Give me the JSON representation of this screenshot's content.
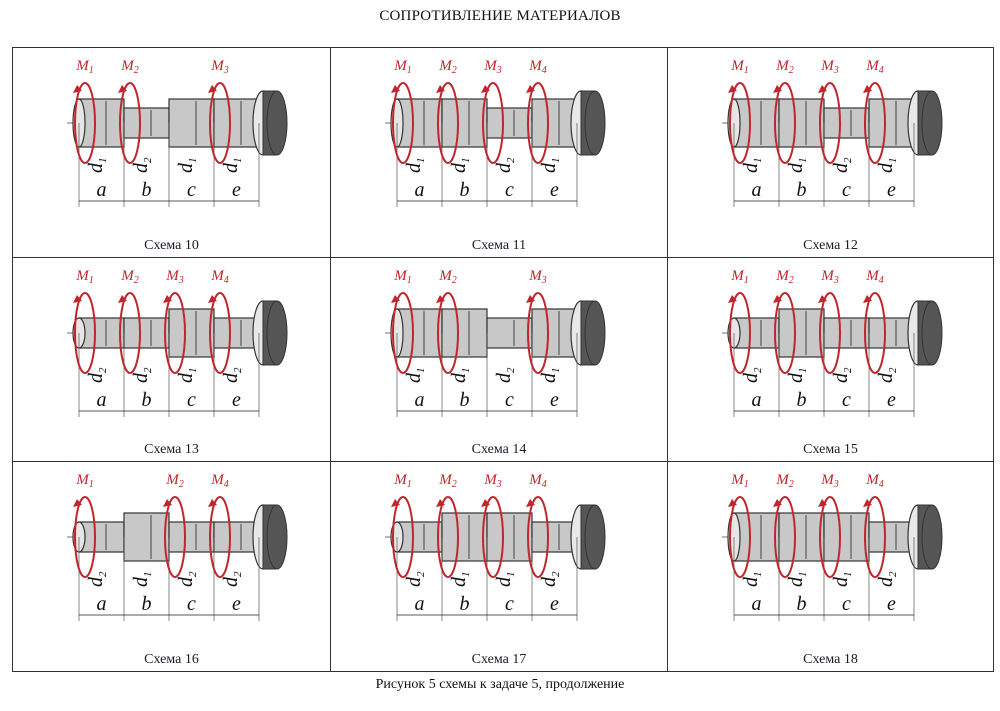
{
  "page": {
    "title": "СОПРОТИВЛЕНИЕ МАТЕРИАЛОВ",
    "figure_caption": "Рисунок 5 схемы к задаче 5, продолжение"
  },
  "colors": {
    "moment": "#c0262d",
    "shaft_fill": "#c8c8c8",
    "outline": "#333333",
    "disk": "#555555"
  },
  "schemes": [
    {
      "caption": "Схема 10",
      "moments": [
        "M1",
        "M2",
        "M3"
      ],
      "moment_positions": [
        0,
        1,
        3
      ],
      "segments": [
        {
          "d": "d1"
        },
        {
          "d": "d2"
        },
        {
          "d": "d1"
        },
        {
          "d": "d1"
        }
      ],
      "dim_labels": [
        "a",
        "b",
        "c",
        "e"
      ]
    },
    {
      "caption": "Схема 11",
      "moments": [
        "M1",
        "M2",
        "M3",
        "M4"
      ],
      "moment_positions": [
        0,
        1,
        2,
        3
      ],
      "segments": [
        {
          "d": "d1"
        },
        {
          "d": "d1"
        },
        {
          "d": "d2"
        },
        {
          "d": "d1"
        }
      ],
      "dim_labels": [
        "a",
        "b",
        "c",
        "e"
      ]
    },
    {
      "caption": "Схема 12",
      "moments": [
        "M1",
        "M2",
        "M3",
        "M4"
      ],
      "moment_positions": [
        0,
        1,
        2,
        3
      ],
      "segments": [
        {
          "d": "d1"
        },
        {
          "d": "d1"
        },
        {
          "d": "d2"
        },
        {
          "d": "d1"
        }
      ],
      "dim_labels": [
        "a",
        "b",
        "c",
        "e"
      ]
    },
    {
      "caption": "Схема 13",
      "moments": [
        "M1",
        "M2",
        "M3",
        "M4"
      ],
      "moment_positions": [
        0,
        1,
        2,
        3
      ],
      "segments": [
        {
          "d": "d2"
        },
        {
          "d": "d2"
        },
        {
          "d": "d1"
        },
        {
          "d": "d2"
        }
      ],
      "dim_labels": [
        "a",
        "b",
        "c",
        "e"
      ]
    },
    {
      "caption": "Схема 14",
      "moments": [
        "M1",
        "M2",
        "M3"
      ],
      "moment_positions": [
        0,
        1,
        3
      ],
      "segments": [
        {
          "d": "d1"
        },
        {
          "d": "d1"
        },
        {
          "d": "d2"
        },
        {
          "d": "d1"
        }
      ],
      "dim_labels": [
        "a",
        "b",
        "c",
        "e"
      ]
    },
    {
      "caption": "Схема 15",
      "moments": [
        "M1",
        "M2",
        "M3",
        "M4"
      ],
      "moment_positions": [
        0,
        1,
        2,
        3
      ],
      "segments": [
        {
          "d": "d2"
        },
        {
          "d": "d1"
        },
        {
          "d": "d2"
        },
        {
          "d": "d2"
        }
      ],
      "dim_labels": [
        "a",
        "b",
        "c",
        "e"
      ]
    },
    {
      "caption": "Схема 16",
      "moments": [
        "M1",
        "M2",
        "M4"
      ],
      "moment_positions": [
        0,
        2,
        3
      ],
      "segments": [
        {
          "d": "d2"
        },
        {
          "d": "d1"
        },
        {
          "d": "d2"
        },
        {
          "d": "d2"
        }
      ],
      "dim_labels": [
        "a",
        "b",
        "c",
        "e"
      ]
    },
    {
      "caption": "Схема 17",
      "moments": [
        "M1",
        "M2",
        "M3",
        "M4"
      ],
      "moment_positions": [
        0,
        1,
        2,
        3
      ],
      "segments": [
        {
          "d": "d2"
        },
        {
          "d": "d1"
        },
        {
          "d": "d1"
        },
        {
          "d": "d2"
        }
      ],
      "dim_labels": [
        "a",
        "b",
        "c",
        "e"
      ]
    },
    {
      "caption": "Схема 18",
      "moments": [
        "M1",
        "M2",
        "M3",
        "M4"
      ],
      "moment_positions": [
        0,
        1,
        2,
        3
      ],
      "segments": [
        {
          "d": "d1"
        },
        {
          "d": "d1"
        },
        {
          "d": "d1"
        },
        {
          "d": "d2"
        }
      ],
      "dim_labels": [
        "a",
        "b",
        "c",
        "e"
      ]
    }
  ]
}
